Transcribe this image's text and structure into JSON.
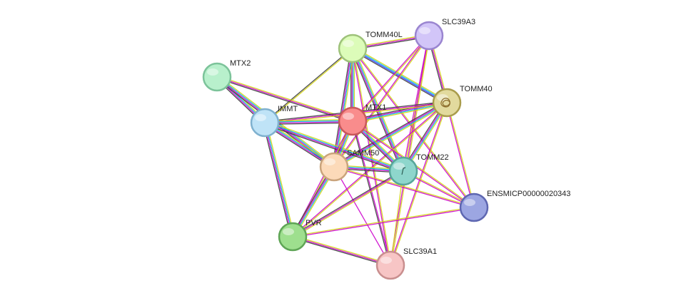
{
  "network": {
    "nodes": [
      {
        "id": "tomm40l",
        "label": "TOMM40L",
        "fill": "#dcfcb9",
        "stroke": "#9ec27a"
      },
      {
        "id": "slc39a3",
        "label": "SLC39A3",
        "fill": "#d2c5f8",
        "stroke": "#9a85d0"
      },
      {
        "id": "mtx2",
        "label": "MTX2",
        "fill": "#b8f0cc",
        "stroke": "#7cc39a"
      },
      {
        "id": "tomm40",
        "label": "TOMM40",
        "fill": "#e2da9e",
        "stroke": "#a99c4c",
        "icon": "protein-structure-icon"
      },
      {
        "id": "immt",
        "label": "IMMT",
        "fill": "#bfe3f7",
        "stroke": "#7fb1cf"
      },
      {
        "id": "mtx1",
        "label": "MTX1",
        "fill": "#f98c8c",
        "stroke": "#c9595b"
      },
      {
        "id": "samm50",
        "label": "SAMM50",
        "fill": "#fcdab9",
        "stroke": "#caa47c"
      },
      {
        "id": "tomm22",
        "label": "TOMM22",
        "fill": "#8ed6cc",
        "stroke": "#57a69a",
        "icon": "protein-structure-icon"
      },
      {
        "id": "ensmicp",
        "label": "ENSMICP00000020343",
        "fill": "#9ca6e2",
        "stroke": "#5e67b1"
      },
      {
        "id": "pvr",
        "label": "PVR",
        "fill": "#9edf8e",
        "stroke": "#5fa556"
      },
      {
        "id": "slc39a1",
        "label": "SLC39A1",
        "fill": "#f7c5c5",
        "stroke": "#c98f8f"
      }
    ],
    "edges": [
      {
        "from": "tomm40l",
        "to": "slc39a3",
        "colors": [
          "#d4d414",
          "#cc00cc",
          "#3c3c3c"
        ]
      },
      {
        "from": "tomm40l",
        "to": "tomm40",
        "colors": [
          "#d4d414",
          "#00b8e6",
          "#3030ff",
          "#3c3c3c"
        ]
      },
      {
        "from": "tomm40l",
        "to": "mtx1",
        "colors": [
          "#d4d414",
          "#00b8e6",
          "#cc00cc",
          "#3c3c3c"
        ]
      },
      {
        "from": "tomm40l",
        "to": "immt",
        "colors": [
          "#d4d414",
          "#3c3c3c"
        ]
      },
      {
        "from": "tomm40l",
        "to": "samm50",
        "colors": [
          "#d4d414",
          "#00b8e6",
          "#cc00cc",
          "#3c3c3c"
        ]
      },
      {
        "from": "tomm40l",
        "to": "tomm22",
        "colors": [
          "#d4d414",
          "#00b8e6",
          "#cc00cc",
          "#3c3c3c"
        ]
      },
      {
        "from": "tomm40l",
        "to": "ensmicp",
        "colors": [
          "#d4d414",
          "#cc00cc"
        ]
      },
      {
        "from": "tomm40l",
        "to": "slc39a1",
        "colors": [
          "#d4d414",
          "#cc00cc"
        ]
      },
      {
        "from": "slc39a3",
        "to": "tomm40",
        "colors": [
          "#d4d414",
          "#cc00cc",
          "#3c3c3c"
        ]
      },
      {
        "from": "slc39a3",
        "to": "mtx1",
        "colors": [
          "#d4d414",
          "#cc00cc"
        ]
      },
      {
        "from": "slc39a3",
        "to": "samm50",
        "colors": [
          "#d4d414",
          "#cc00cc"
        ]
      },
      {
        "from": "slc39a3",
        "to": "tomm22",
        "colors": [
          "#d4d414",
          "#cc00cc"
        ]
      },
      {
        "from": "slc39a3",
        "to": "slc39a1",
        "colors": [
          "#d4d414",
          "#cc00cc"
        ]
      },
      {
        "from": "mtx2",
        "to": "immt",
        "colors": [
          "#d4d414",
          "#00b8e6",
          "#cc00cc",
          "#3c3c3c"
        ]
      },
      {
        "from": "mtx2",
        "to": "mtx1",
        "colors": [
          "#d4d414",
          "#cc00cc",
          "#3c3c3c"
        ]
      },
      {
        "from": "mtx2",
        "to": "samm50",
        "colors": [
          "#d4d414",
          "#00b8e6",
          "#cc00cc",
          "#3c3c3c"
        ]
      },
      {
        "from": "tomm40",
        "to": "mtx1",
        "colors": [
          "#d4d414",
          "#00b8e6",
          "#cc00cc",
          "#3c3c3c"
        ]
      },
      {
        "from": "tomm40",
        "to": "immt",
        "colors": [
          "#d4d414",
          "#cc00cc",
          "#3c3c3c"
        ]
      },
      {
        "from": "tomm40",
        "to": "samm50",
        "colors": [
          "#d4d414",
          "#00b8e6",
          "#cc00cc",
          "#3c3c3c"
        ]
      },
      {
        "from": "tomm40",
        "to": "tomm22",
        "colors": [
          "#d4d414",
          "#00b8e6",
          "#cc00cc",
          "#3c3c3c"
        ]
      },
      {
        "from": "tomm40",
        "to": "ensmicp",
        "colors": [
          "#d4d414",
          "#cc00cc"
        ]
      },
      {
        "from": "tomm40",
        "to": "slc39a1",
        "colors": [
          "#d4d414",
          "#cc00cc"
        ]
      },
      {
        "from": "tomm40",
        "to": "pvr",
        "colors": [
          "#d4d414",
          "#cc00cc"
        ]
      },
      {
        "from": "immt",
        "to": "mtx1",
        "colors": [
          "#d4d414",
          "#00b8e6",
          "#cc00cc",
          "#3c3c3c"
        ]
      },
      {
        "from": "immt",
        "to": "samm50",
        "colors": [
          "#d4d414",
          "#00b8e6",
          "#cc00cc",
          "#3c3c3c"
        ]
      },
      {
        "from": "immt",
        "to": "tomm22",
        "colors": [
          "#d4d414",
          "#00b8e6",
          "#cc00cc",
          "#3c3c3c"
        ]
      },
      {
        "from": "immt",
        "to": "pvr",
        "colors": [
          "#d4d414",
          "#00b8e6",
          "#cc00cc",
          "#3c3c3c"
        ]
      },
      {
        "from": "mtx1",
        "to": "samm50",
        "colors": [
          "#d4d414",
          "#00b8e6",
          "#cc00cc",
          "#3c3c3c"
        ]
      },
      {
        "from": "mtx1",
        "to": "tomm22",
        "colors": [
          "#d4d414",
          "#00b8e6",
          "#cc00cc",
          "#3c3c3c"
        ]
      },
      {
        "from": "mtx1",
        "to": "pvr",
        "colors": [
          "#d4d414",
          "#cc00cc"
        ]
      },
      {
        "from": "mtx1",
        "to": "slc39a1",
        "colors": [
          "#cc00cc",
          "#3c3c3c"
        ]
      },
      {
        "from": "mtx1",
        "to": "ensmicp",
        "colors": [
          "#d4d414",
          "#cc00cc"
        ]
      },
      {
        "from": "samm50",
        "to": "tomm22",
        "colors": [
          "#d4d414",
          "#00b8e6",
          "#cc00cc",
          "#3c3c3c"
        ]
      },
      {
        "from": "samm50",
        "to": "pvr",
        "colors": [
          "#d4d414",
          "#00b8e6",
          "#cc00cc",
          "#3c3c3c"
        ]
      },
      {
        "from": "samm50",
        "to": "slc39a1",
        "colors": [
          "#cc00cc"
        ]
      },
      {
        "from": "samm50",
        "to": "ensmicp",
        "colors": [
          "#d4d414",
          "#cc00cc"
        ]
      },
      {
        "from": "tomm22",
        "to": "pvr",
        "colors": [
          "#d4d414",
          "#cc00cc",
          "#3c3c3c"
        ]
      },
      {
        "from": "tomm22",
        "to": "ensmicp",
        "colors": [
          "#d4d414",
          "#cc00cc"
        ]
      },
      {
        "from": "tomm22",
        "to": "slc39a1",
        "colors": [
          "#d4d414"
        ]
      },
      {
        "from": "pvr",
        "to": "slc39a1",
        "colors": [
          "#d4d414",
          "#cc00cc",
          "#3c3c3c"
        ]
      },
      {
        "from": "pvr",
        "to": "ensmicp",
        "colors": [
          "#d4d414",
          "#cc00cc"
        ]
      }
    ]
  }
}
